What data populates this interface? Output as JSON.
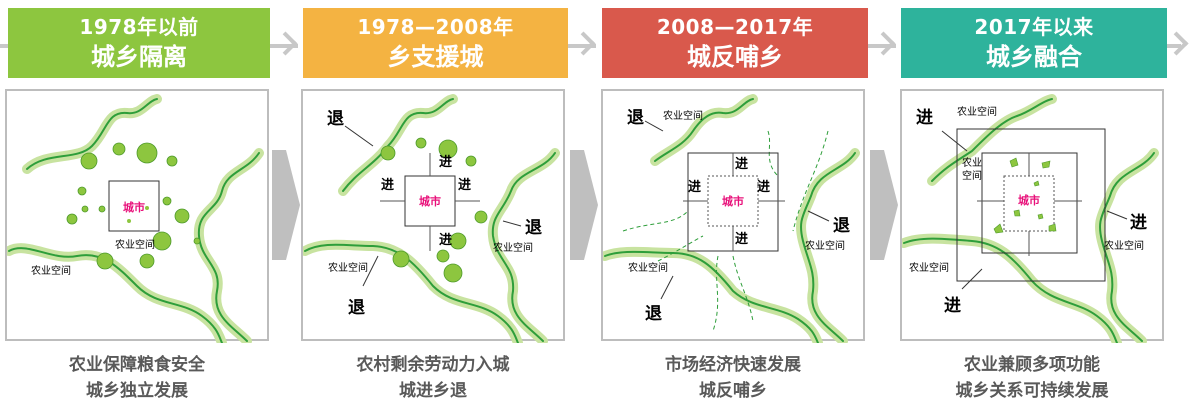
{
  "headers": [
    {
      "years": "1978年以前",
      "stage": "城乡隔离",
      "color": "#8dc63f"
    },
    {
      "years": "1978—2008年",
      "stage": "乡支援城",
      "color": "#f4b342"
    },
    {
      "years": "2008—2017年",
      "stage": "城反哺乡",
      "color": "#d9594c"
    },
    {
      "years": "2017年以来",
      "stage": "城乡融合",
      "color": "#2eb39c"
    }
  ],
  "labels": {
    "city": "城市",
    "agri_space": "农业空间",
    "agri_space_split": [
      "农业",
      "空间"
    ],
    "advance": "进",
    "retreat": "退"
  },
  "captions": [
    {
      "line1": "农业保障粮食安全",
      "line2": "城乡独立发展"
    },
    {
      "line1": "农村剩余劳动力入城",
      "line2": "城进乡退"
    },
    {
      "line1": "市场经济快速发展",
      "line2": "城反哺乡"
    },
    {
      "line1": "农业兼顾多项功能",
      "line2": "城乡关系可持续发展"
    }
  ],
  "colors": {
    "river_light": "#c8e3a0",
    "river_dark": "#2e9e3a",
    "dot_fill": "#8dc63f",
    "dot_stroke": "#4d9a2a",
    "city_text": "#e8107a",
    "connector": "#c8c8c8",
    "big_arrow": "#bfbfbf"
  }
}
